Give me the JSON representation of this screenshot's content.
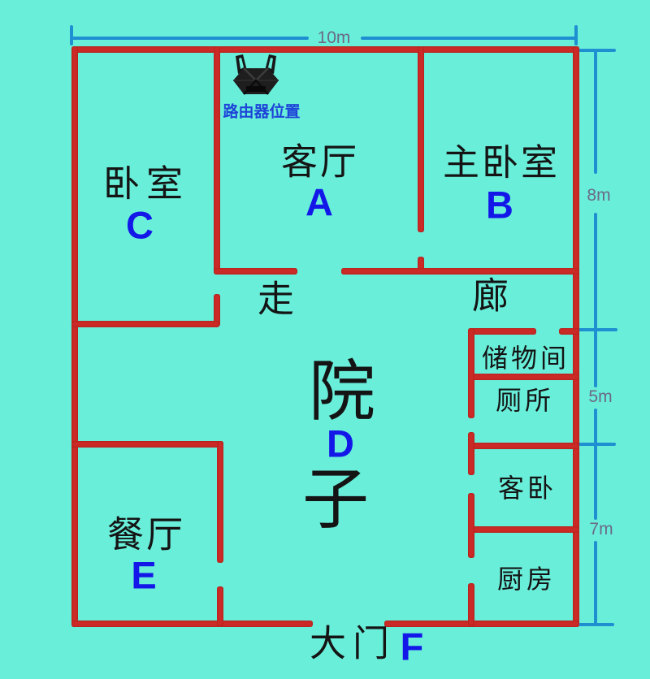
{
  "palette": {
    "background": "#69EEDA",
    "wall_red": "#CB2B26",
    "dimension_line_blue": "#1E8FD0",
    "dimension_text_grey": "#6B6A85",
    "room_letter_blue": "#1318E8",
    "router_label_blue": "#1E43D8",
    "room_text_black": "#141414"
  },
  "dimensions": {
    "top_width": "10m",
    "right_upper": "8m",
    "right_middle": "5m",
    "right_lower": "7m"
  },
  "router": {
    "icon": "router-icon",
    "label": "路由器位置"
  },
  "rooms": {
    "living_room": {
      "name": "客厅",
      "letter": "A"
    },
    "master_bedroom": {
      "name": "主卧室",
      "letter": "B"
    },
    "bedroom": {
      "name": "卧室",
      "letter": "C"
    },
    "courtyard": {
      "char_top": "院",
      "letter": "D",
      "char_bottom": "子"
    },
    "dining_room": {
      "name": "餐厅",
      "letter": "E"
    },
    "main_gate": {
      "name": "大门",
      "letter": "F"
    },
    "corridor": {
      "char_left": "走",
      "char_right": "廊"
    },
    "storage_room": {
      "name": "储物间"
    },
    "toilet": {
      "name": "厕所"
    },
    "guest_bedroom": {
      "name": "客卧"
    },
    "kitchen": {
      "name": "厨房"
    }
  }
}
